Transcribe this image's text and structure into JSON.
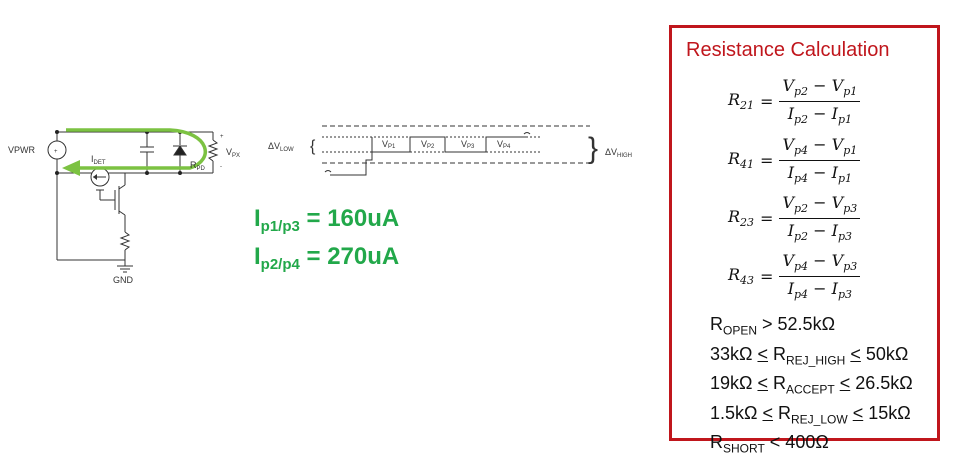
{
  "circuit": {
    "vpwr_label": "VPWR",
    "idet_label": "I",
    "idet_sub": "DET",
    "rpd_label": "R",
    "rpd_sub": "PD",
    "vpx_label": "V",
    "vpx_sub": "PX",
    "plus": "+",
    "minus": "-",
    "gnd_label": "GND",
    "arrow_color": "#7cc242"
  },
  "waveform": {
    "dv_low": "ΔV",
    "dv_low_sub": "LOW",
    "dv_high": "ΔV",
    "dv_high_sub": "HIGH",
    "steps": [
      {
        "v": "V",
        "sub": "P1"
      },
      {
        "v": "V",
        "sub": "P2"
      },
      {
        "v": "V",
        "sub": "P3"
      },
      {
        "v": "V",
        "sub": "P4"
      }
    ]
  },
  "currents": {
    "lines": [
      {
        "i": "I",
        "sub": "p1/p3",
        "value": " = 160uA"
      },
      {
        "i": "I",
        "sub": "p2/p4",
        "value": " = 270uA"
      }
    ],
    "color": "#22a84a"
  },
  "resistance_calc": {
    "title": "Resistance Calculation",
    "border_color": "#c0161c",
    "formulas": [
      {
        "r": "R",
        "sub": "21",
        "num_a": "V",
        "num_a_sub": "p2",
        "num_b": "V",
        "num_b_sub": "p1",
        "den_a": "I",
        "den_a_sub": "p2",
        "den_b": "I",
        "den_b_sub": "p1"
      },
      {
        "r": "R",
        "sub": "41",
        "num_a": "V",
        "num_a_sub": "p4",
        "num_b": "V",
        "num_b_sub": "p1",
        "den_a": "I",
        "den_a_sub": "p4",
        "den_b": "I",
        "den_b_sub": "p1"
      },
      {
        "r": "R",
        "sub": "23",
        "num_a": "V",
        "num_a_sub": "p2",
        "num_b": "V",
        "num_b_sub": "p3",
        "den_a": "I",
        "den_a_sub": "p2",
        "den_b": "I",
        "den_b_sub": "p3"
      },
      {
        "r": "R",
        "sub": "43",
        "num_a": "V",
        "num_a_sub": "p4",
        "num_b": "V",
        "num_b_sub": "p3",
        "den_a": "I",
        "den_a_sub": "p4",
        "den_b": "I",
        "den_b_sub": "p3"
      }
    ],
    "ranges": {
      "open": {
        "r": "R",
        "sub": "OPEN",
        "rest": " > 52.5kΩ"
      },
      "rej_high": {
        "lo": "33kΩ ",
        "le1": "<",
        "r": " R",
        "sub": "REJ_HIGH",
        "le2": "<",
        "hi": " 50kΩ"
      },
      "accept": {
        "lo": "19kΩ ",
        "le1": "<",
        "r": " R",
        "sub": "ACCEPT",
        "le2": "<",
        "hi": " 26.5kΩ"
      },
      "rej_low": {
        "lo": "1.5kΩ ",
        "le1": "<",
        "r": " R",
        "sub": "REJ_LOW",
        "le2": "<",
        "hi": " 15kΩ"
      },
      "short": {
        "r": "R",
        "sub": "SHORT",
        "rest": " < 400Ω"
      }
    }
  }
}
